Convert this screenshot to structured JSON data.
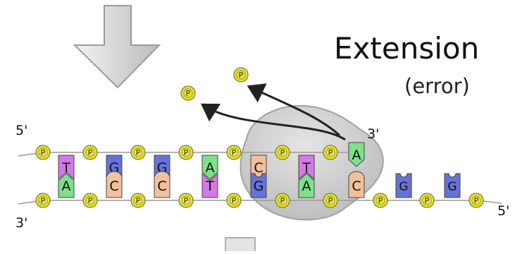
{
  "title": "Extension",
  "subtitle": "(error)",
  "ends": {
    "top_left": "5'",
    "bottom_left": "3'",
    "top_right": "3'",
    "bottom_right": "5'"
  },
  "phosphate_label": "P",
  "colors": {
    "T": "#d478e8",
    "A": "#7ee08a",
    "G": "#6672d6",
    "C": "#f2c09a",
    "phosphate": "#e8e23c",
    "polymerase": "#c8c8c8",
    "arrow": "#d9d9d9"
  },
  "pairs_top": [
    "T",
    "G",
    "G",
    "A",
    "C",
    "T",
    "A"
  ],
  "pairs_bottom": [
    "A",
    "C",
    "C",
    "T",
    "G",
    "A",
    "C"
  ],
  "template_unpaired": [
    "G",
    "G"
  ],
  "free_phosphates": 2
}
